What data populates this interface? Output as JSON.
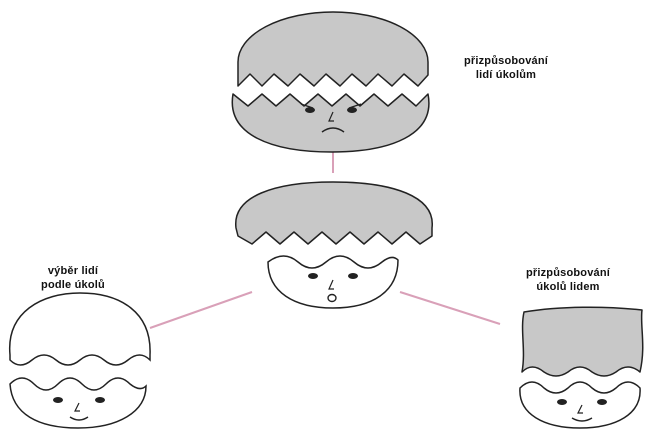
{
  "labels": {
    "top": {
      "line1": "přizpůsobování",
      "line2": "lidí úkolům"
    },
    "left": {
      "line1": "výběr lidí",
      "line2": "podle úkolů"
    },
    "right": {
      "line1": "přizpůsobování",
      "line2": "úkolů lidem"
    }
  },
  "colors": {
    "shell_gray": "#c8c8c8",
    "outline": "#222222",
    "connector": "#d9a0b8",
    "background": "#ffffff"
  }
}
